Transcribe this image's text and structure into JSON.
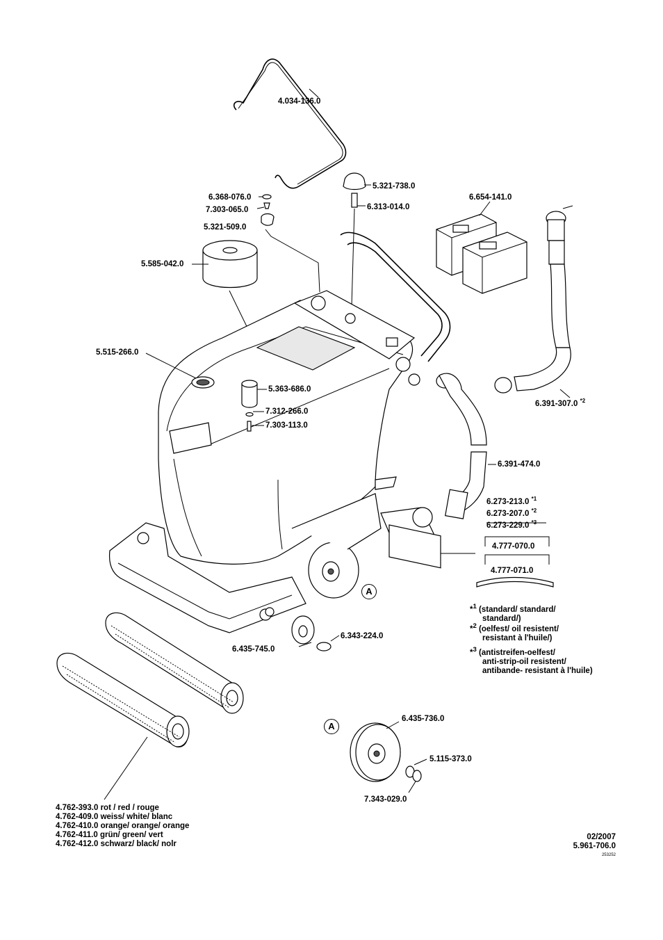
{
  "parts": [
    {
      "id": "handle-bar",
      "number": "4.034-136.0"
    },
    {
      "id": "knob",
      "number": "5.321-738.0"
    },
    {
      "id": "cap",
      "number": "6.368-076.0"
    },
    {
      "id": "screw-top",
      "number": "7.303-065.0"
    },
    {
      "id": "knob-small",
      "number": "5.321-509.0"
    },
    {
      "id": "pin",
      "number": "6.313-014.0"
    },
    {
      "id": "battery",
      "number": "6.654-141.0"
    },
    {
      "id": "filter",
      "number": "5.585-042.0"
    },
    {
      "id": "lid-plug",
      "number": "5.515-266.0"
    },
    {
      "id": "float",
      "number": "5.363-686.0"
    },
    {
      "id": "washer",
      "number": "7.312-266.0"
    },
    {
      "id": "screw-float",
      "number": "7.303-113.0"
    },
    {
      "id": "drain-hose",
      "number": "6.391-307.0",
      "sup": "*2"
    },
    {
      "id": "suction-hose",
      "number": "6.391-474.0"
    },
    {
      "id": "squeegee-lip-1",
      "number": "6.273-213.0",
      "sup": "*1"
    },
    {
      "id": "squeegee-lip-2",
      "number": "6.273-207.0",
      "sup": "*2"
    },
    {
      "id": "squeegee-lip-3",
      "number": "6.273-229.0",
      "sup": "*3"
    },
    {
      "id": "squeegee",
      "number": "4.777-070.0"
    },
    {
      "id": "squeegee-curved",
      "number": "4.777-071.0"
    },
    {
      "id": "roller",
      "number": "6.435-745.0"
    },
    {
      "id": "roller-cap",
      "number": "6.343-224.0"
    },
    {
      "id": "wheel",
      "number": "6.435-736.0"
    },
    {
      "id": "wheel-washer",
      "number": "5.115-373.0"
    },
    {
      "id": "wheel-ring",
      "number": "7.343-029.0"
    }
  ],
  "notes": [
    {
      "mark": "*",
      "sup": "1",
      "lines": [
        "(standard/ standard/",
        "standard/)"
      ]
    },
    {
      "mark": "*",
      "sup": "2",
      "lines": [
        "(oelfest/ oil resistent/",
        "resistant à l'huile/)"
      ]
    },
    {
      "mark": "*",
      "sup": "3",
      "lines": [
        "(antistreifen-oelfest/",
        "anti-strip-oil resistent/",
        "antibande- resistant à l'huile)"
      ]
    }
  ],
  "detail_marker": "A",
  "brushes": [
    "4.762-393.0 rot / red / rouge",
    "4.762-409.0 weiss/ white/ blanc",
    "4.762-410.0 orange/ orange/ orange",
    "4.762-411.0 grün/ green/ vert",
    "4.762-412.0 schwarz/ black/ nolr"
  ],
  "footer": {
    "date": "02/2007",
    "doc_number": "5.961-706.0",
    "image_ref": "253252"
  }
}
